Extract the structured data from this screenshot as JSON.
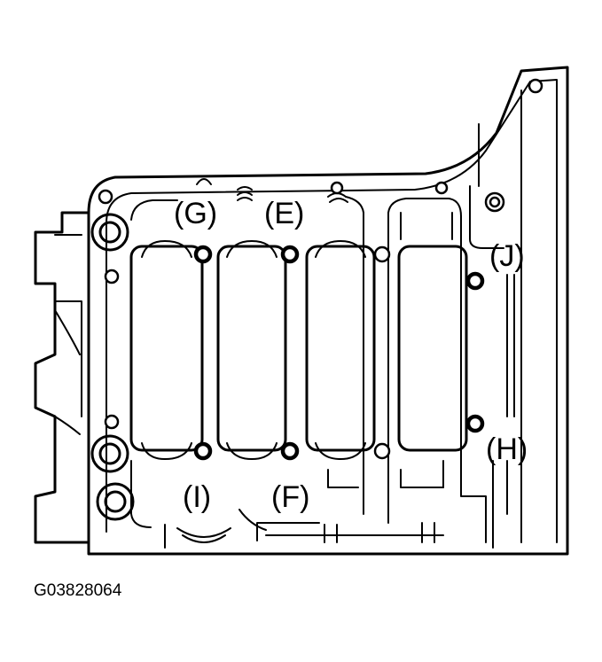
{
  "callouts": {
    "g": "(G)",
    "e": "(E)",
    "j": "(J)",
    "h": "(H)",
    "i": "(I)",
    "f": "(F)"
  },
  "figure_id": "G03828064"
}
